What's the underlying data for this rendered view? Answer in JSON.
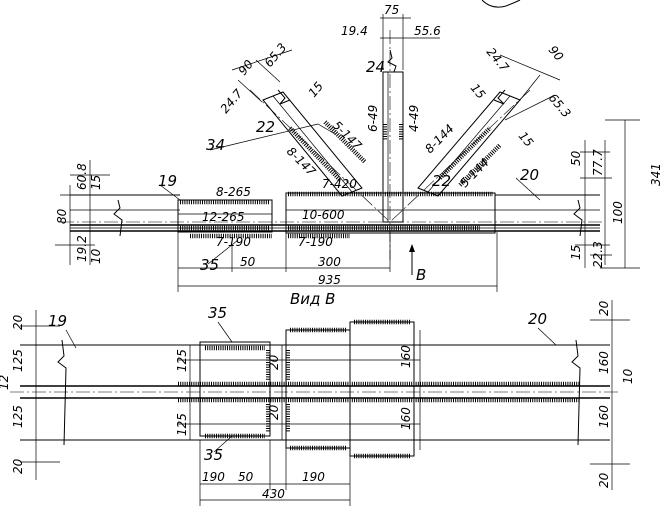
{
  "view_b": {
    "dims": {
      "top_75": "75",
      "top_19_4": "19.4",
      "top_55_6": "55.6",
      "left_90": "90",
      "left_65_3": "65.3",
      "left_24_7": "24.7",
      "left_15": "15",
      "right_24_7": "24.7",
      "right_90": "90",
      "right_65_3": "65.3",
      "right_15_a": "15",
      "right_15_b": "15",
      "v_6_49": "6-49",
      "v_4_49": "4-49",
      "left_5_147": "5-147",
      "left_8_147": "8-147",
      "right_5_144": "5-144",
      "right_8_144": "8-144",
      "d_7_420": "7-420",
      "d_8_265": "8-265",
      "d_12_265": "12-265",
      "d_10_600": "10-600",
      "d_7_190_a": "7-190",
      "d_7_190_b": "7-190",
      "d_50": "50",
      "d_300": "300",
      "d_935": "935",
      "l_60_8": "60.8",
      "l_15": "15",
      "l_80": "80",
      "l_19_2": "19.2",
      "l_10": "10",
      "r_50": "50",
      "r_77_7": "77.7",
      "r_341": "341",
      "r_100": "100",
      "r_15": "15",
      "r_22_3": "22.3"
    },
    "labels": {
      "p19": "19",
      "p20": "20",
      "p22_left": "22",
      "p22_right": "22",
      "p24": "24",
      "p34": "34",
      "p35": "35",
      "arrow": "B",
      "caption": "Вид В"
    }
  },
  "plan": {
    "dims": {
      "l_20_top": "20",
      "l_125_a": "125",
      "l_12": "12",
      "l_125_b": "125",
      "l_20_bot": "20",
      "c_125_a": "125",
      "c_20_a": "20",
      "c_20_b": "20",
      "c_125_b": "125",
      "c_160_a": "160",
      "c_160_b": "160",
      "r_20_top": "20",
      "r_160_a": "160",
      "r_10": "10",
      "r_160_b": "160",
      "r_20_bot": "20",
      "b_190_a": "190",
      "b_50": "50",
      "b_190_b": "190",
      "b_430": "430"
    },
    "labels": {
      "p19": "19",
      "p20": "20",
      "p35_top": "35",
      "p35_bot": "35"
    }
  }
}
